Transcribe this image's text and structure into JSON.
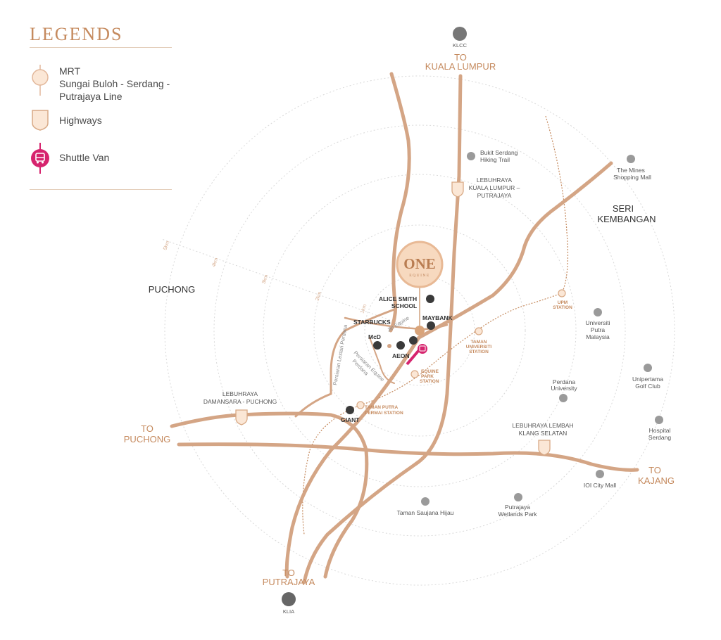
{
  "legend": {
    "title": "LEGENDS",
    "mrt": {
      "label_1": "MRT",
      "label_2": "Sungai Buloh - Serdang -",
      "label_3": "Putrajaya Line"
    },
    "highways": {
      "label": "Highways"
    },
    "shuttle": {
      "label": "Shuttle Van"
    }
  },
  "directions": {
    "kuala_lumpur": {
      "to": "TO",
      "name": "KUALA LUMPUR"
    },
    "puchong": {
      "to": "TO",
      "name": "PUCHONG"
    },
    "kajang": {
      "to": "TO",
      "name": "KAJANG"
    },
    "putrajaya": {
      "to": "TO",
      "name": "PUTRAJAYA"
    }
  },
  "areas": {
    "puchong": "PUCHONG",
    "seri_1": "SERI",
    "seri_2": "KEMBANGAN"
  },
  "rings": [
    "1km",
    "2km",
    "3km",
    "4km",
    "5km"
  ],
  "center": {
    "name": "ONE",
    "sub": "EQUINE"
  },
  "poi": {
    "klcc": "KLCC",
    "klia": "KLIA",
    "bukit_1": "Bukit Serdang",
    "bukit_2": "Hiking Trail",
    "mines_1": "The Mines",
    "mines_2": "Shopping Mall",
    "upm_uni_1": "Universiti",
    "upm_uni_2": "Putra",
    "upm_uni_3": "Malaysia",
    "golf_1": "Unipertama",
    "golf_2": "Golf Club",
    "hospital_1": "Hospital",
    "hospital_2": "Serdang",
    "perdana_1": "Perdana",
    "perdana_2": "University",
    "ioi": "IOI City Mall",
    "wetlands_1": "Putrajaya",
    "wetlands_2": "Wetlands Park",
    "saujana": "Taman Saujana Hijau",
    "alice_1": "ALICE SMITH",
    "alice_2": "SCHOOL",
    "starbucks": "STARBUCKS",
    "maybank": "MAYBANK",
    "mcd": "McD",
    "aeon": "AEON",
    "giant": "GIANT"
  },
  "stations": {
    "upm_1": "UPM",
    "upm_2": "STATION",
    "taman_uni_1": "TAMAN",
    "taman_uni_2": "UNIVERSITI",
    "taman_uni_3": "STATION",
    "equine_1": "EQUINE",
    "equine_2": "PARK",
    "equine_3": "STATION",
    "putra_1": "TAMAN PUTRA",
    "putra_2": "PERMAI STATION"
  },
  "highways": {
    "klp_1": "LEBUHRAYA",
    "klp_2": "KUALA LUMPUR –",
    "klp_3": "PUTRAJAYA",
    "ldp_1": "LEBUHRAYA",
    "ldp_2": "DAMANSARA - PUCHONG",
    "lks_1": "LEBUHRAYA LEMBAH",
    "lks_2": "KLANG SELATAN"
  },
  "roads": {
    "jln_equine": "Jln Equine",
    "lestari": "Persiaran Lestari Perdana",
    "persiaran_1": "Persiaran Equine",
    "persiaran_2": "Perdana"
  },
  "colors": {
    "road": "#cf9f7e",
    "accent": "#c58a5e",
    "shuttle": "#d6246e",
    "ring": "#d9d9d9",
    "dark": "#3a3a3a"
  }
}
